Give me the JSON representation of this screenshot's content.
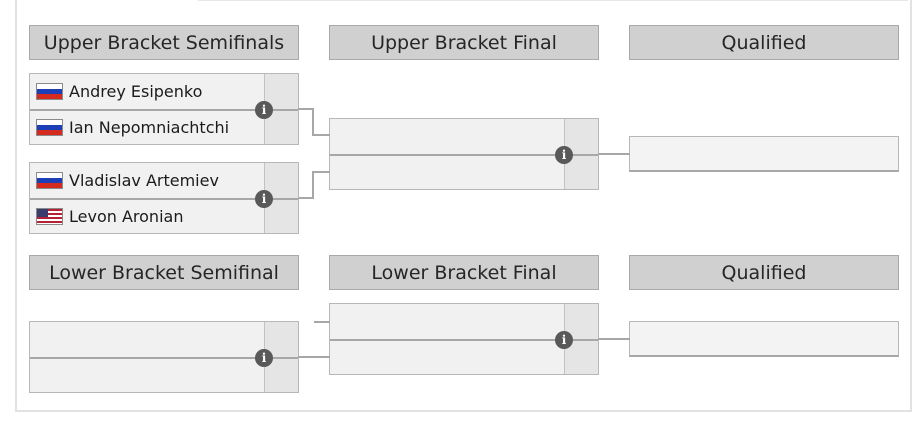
{
  "upper": {
    "headers": {
      "semifinals": "Upper Bracket Semifinals",
      "final": "Upper Bracket Final",
      "qualified": "Qualified"
    },
    "semifinal_1": {
      "player_1": {
        "name": "Andrey Esipenko",
        "flag": "russia-flag-icon"
      },
      "player_2": {
        "name": "Ian Nepomniachtchi",
        "flag": "russia-flag-icon"
      }
    },
    "semifinal_2": {
      "player_1": {
        "name": "Vladislav Artemiev",
        "flag": "russia-flag-icon"
      },
      "player_2": {
        "name": "Levon Aronian",
        "flag": "usa-flag-icon"
      }
    }
  },
  "lower": {
    "headers": {
      "semifinal": "Lower Bracket Semifinal",
      "final": "Lower Bracket Final",
      "qualified": "Qualified"
    }
  },
  "icons": {
    "info": "info-icon",
    "info_glyph": "i"
  },
  "colors": {
    "header_bg": "#d0d0d0",
    "match_bg": "#f1f1f1",
    "connector": "#a7a7a7",
    "info_icon": "#595959"
  }
}
